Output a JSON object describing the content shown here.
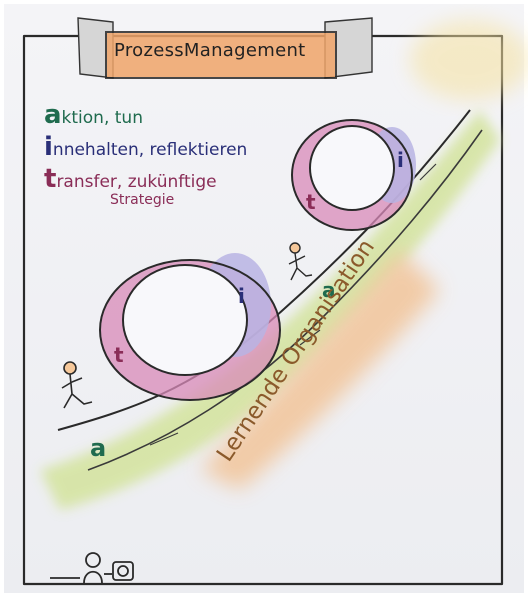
{
  "title": "ProzessManagement",
  "legend": [
    {
      "initial": "a",
      "text": "ktion, tun",
      "color": "#1f6b4e"
    },
    {
      "initial": "i",
      "text": "nnehalten, reflektieren",
      "color": "#2a2f78"
    },
    {
      "initial": "t",
      "text": "ransfer, zukünftige",
      "color": "#8a2d57"
    }
  ],
  "legend_sub": "Strategie",
  "slope_label": "Lernende Organisation",
  "loops": [
    {
      "letters": [
        "t",
        "i",
        "a"
      ]
    },
    {
      "letters": [
        "t",
        "i",
        "a"
      ]
    }
  ],
  "colors": {
    "paper": "#f5f6f8",
    "green_wash": "#d5e4a2",
    "orange_wash": "#f2c59a",
    "pink": "#d88ab8",
    "lavender": "#b9b4e3",
    "ink": "#222222",
    "title_box": "#f0a56a"
  }
}
